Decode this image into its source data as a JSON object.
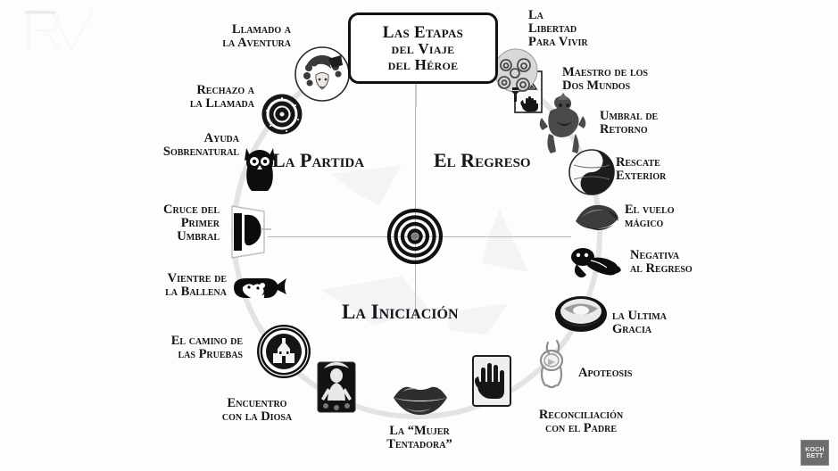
{
  "title": {
    "line1": "Las Etapas",
    "line2": "del Viaje",
    "line3": "del Héroe"
  },
  "sections": [
    {
      "id": "partida",
      "label": "La Partida"
    },
    {
      "id": "regreso",
      "label": "El Regreso"
    },
    {
      "id": "iniciacion",
      "label": "La Iniciación"
    }
  ],
  "center": {
    "icon": "spiral-icon"
  },
  "logo": {
    "text": "RV",
    "name": "rv-logo"
  },
  "watermark": {
    "line1": "KOCH",
    "line2": "BETT"
  },
  "stages": [
    {
      "id": "llamado-a-la-aventura",
      "lines": [
        "Llamado a",
        "la Aventura"
      ],
      "icon": "portrait-curly-hair-icon"
    },
    {
      "id": "rechazo-a-la-llamada",
      "lines": [
        "Rechazo a",
        "la Llamada"
      ],
      "icon": "coiled-spiral-icon"
    },
    {
      "id": "ayuda-sobrenatural",
      "lines": [
        "Ayuda",
        "Sobrenatural"
      ],
      "icon": "owl-icon"
    },
    {
      "id": "cruce-del-primer-umbral",
      "lines": [
        "Cruce del",
        "Primer",
        "Umbral"
      ],
      "icon": "doorway-profile-icon"
    },
    {
      "id": "vientre-de-la-ballena",
      "lines": [
        "Vientre de",
        "la Ballena"
      ],
      "icon": "whale-icon"
    },
    {
      "id": "el-camino-de-las-pruebas",
      "lines": [
        "El camino de",
        "las Pruebas"
      ],
      "icon": "dark-castle-medallion-icon"
    },
    {
      "id": "encuentro-con-la-diosa",
      "lines": [
        "Encuentro",
        "con la Diosa"
      ],
      "icon": "goddess-card-icon"
    },
    {
      "id": "la-mujer-tentadora",
      "lines": [
        "La “Mujer",
        "Tentadora”"
      ],
      "icon": "lips-icon"
    },
    {
      "id": "reconciliacion-con-el-padre",
      "lines": [
        "Reconciliación",
        "con el Padre"
      ],
      "icon": "hand-icon"
    },
    {
      "id": "apoteosis",
      "lines": [
        "Apoteosis"
      ],
      "icon": "ascending-figure-icon"
    },
    {
      "id": "la-ultima-gracia",
      "lines": [
        "la Ultima",
        "Gracia"
      ],
      "icon": "grail-bowl-icon"
    },
    {
      "id": "negativa-al-regreso",
      "lines": [
        "Negativa",
        "al Regreso"
      ],
      "icon": "reclining-figure-icon"
    },
    {
      "id": "el-vuelo-magico",
      "lines": [
        "El vuelo",
        "mágico"
      ],
      "icon": "winged-flight-icon"
    },
    {
      "id": "rescate-exterior",
      "lines": [
        "Rescate",
        "Exterior"
      ],
      "icon": "yin-yang-globe-icon"
    },
    {
      "id": "umbral-de-retorno",
      "lines": [
        "Umbral de",
        "Retorno"
      ],
      "icon": "rider-statue-icon"
    },
    {
      "id": "maestro-de-los-dos-mundos",
      "lines": [
        "Maestro de los",
        "Dos Mundos"
      ],
      "icon": "tarot-card-icon"
    },
    {
      "id": "la-libertad-para-vivir",
      "lines": [
        "La",
        "Libertad",
        "Para Vivir"
      ],
      "icon": "spiral-sphere-icon"
    }
  ],
  "colors": {
    "ink": "#151318",
    "line": "#b9b9b9",
    "ring": "#dedede",
    "paper": "#fdfdfd"
  }
}
